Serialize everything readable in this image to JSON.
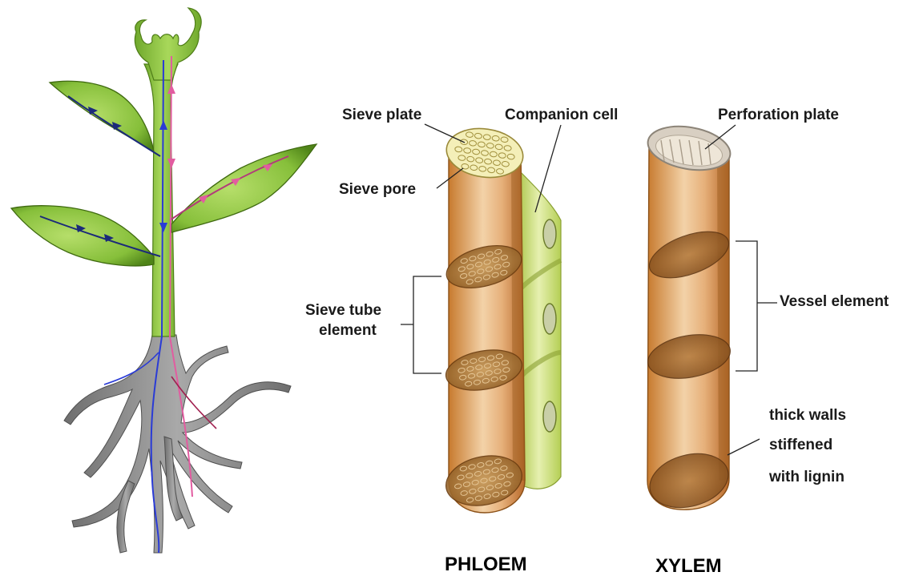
{
  "labels": {
    "sieve_plate": "Sieve plate",
    "companion_cell": "Companion cell",
    "sieve_pore": "Sieve pore",
    "sieve_tube_element_line1": "Sieve tube",
    "sieve_tube_element_line2": "element",
    "perforation_plate": "Perforation plate",
    "vessel_element": "Vessel element",
    "thick_walls_line1": "thick walls",
    "thick_walls_line2": "stiffened",
    "thick_walls_line3": "with lignin"
  },
  "titles": {
    "phloem": "PHLOEM",
    "xylem": "XYLEM"
  },
  "colors": {
    "stem_green": "#8dc63f",
    "leaf_dark": "#5e8f1e",
    "root_gray": "#8a8a8a",
    "xylem_blue": "#2a3bd6",
    "phloem_pink": "#e25ca0",
    "tube_orange": "#d98f3f",
    "companion_green": "#c6db6e",
    "sieve_plate_cream": "#f4efb8"
  }
}
